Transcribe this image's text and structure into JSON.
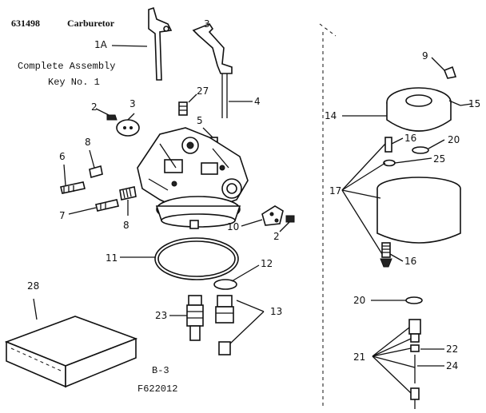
{
  "header": {
    "part_number": "631498",
    "title": "Carburetor"
  },
  "assembly_note": {
    "line1": "Complete Assembly",
    "line2": "Key No. 1"
  },
  "footer": {
    "page_code": "B-3",
    "figure_code": "F622012"
  },
  "callouts": {
    "c1a": "1A",
    "c3_top": "3",
    "c3": "3",
    "c2_top": "2",
    "c27": "27",
    "c4": "4",
    "c5": "5",
    "c6": "6",
    "c8_top": "8",
    "c7": "7",
    "c8_bot": "8",
    "c10": "10",
    "c2_bot": "2",
    "c11": "11",
    "c12": "12",
    "c13": "13",
    "c23": "23",
    "c28": "28",
    "c9": "9",
    "c14": "14",
    "c15": "15",
    "c16_top": "16",
    "c20_top": "20",
    "c25": "25",
    "c17": "17",
    "c16_bot": "16",
    "c20_bot": "20",
    "c21": "21",
    "c22": "22",
    "c24": "24"
  }
}
